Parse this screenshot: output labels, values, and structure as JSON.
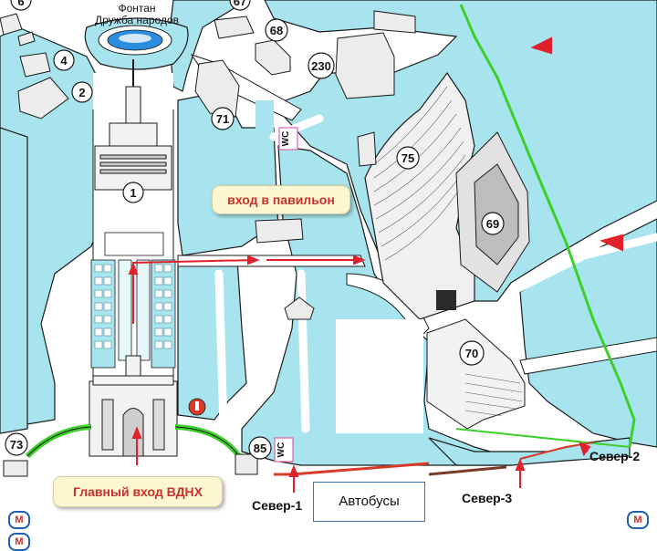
{
  "labels": {
    "fountain_line1": "Фонтан",
    "fountain_line2": "Дружба народов",
    "pavilion_entrance": "вход в павильон",
    "main_entrance": "Главный вход ВДНХ",
    "buses": "Автобусы",
    "gate_north_1": "Север-1",
    "gate_north_2": "Север-2",
    "gate_north_3": "Север-3",
    "wc": "WC",
    "metro": "M"
  },
  "pavilions": {
    "p1": "1",
    "p2": "2",
    "p4": "4",
    "p6": "6",
    "p67": "67",
    "p68": "68",
    "p69": "69",
    "p70": "70",
    "p71": "71",
    "p73": "73",
    "p75": "75",
    "p85": "85",
    "p230": "230"
  },
  "colors": {
    "water": "#a8e4ee",
    "path": "#ffffff",
    "outline": "#1a1a1a",
    "green_line": "#3ccf2a",
    "red_route": "#d83a2a",
    "arrow_red": "#e0202a",
    "metro_blue": "#1c5fb0",
    "callout_bg": "#fdf6d2",
    "callout_text": "#c8322a"
  }
}
